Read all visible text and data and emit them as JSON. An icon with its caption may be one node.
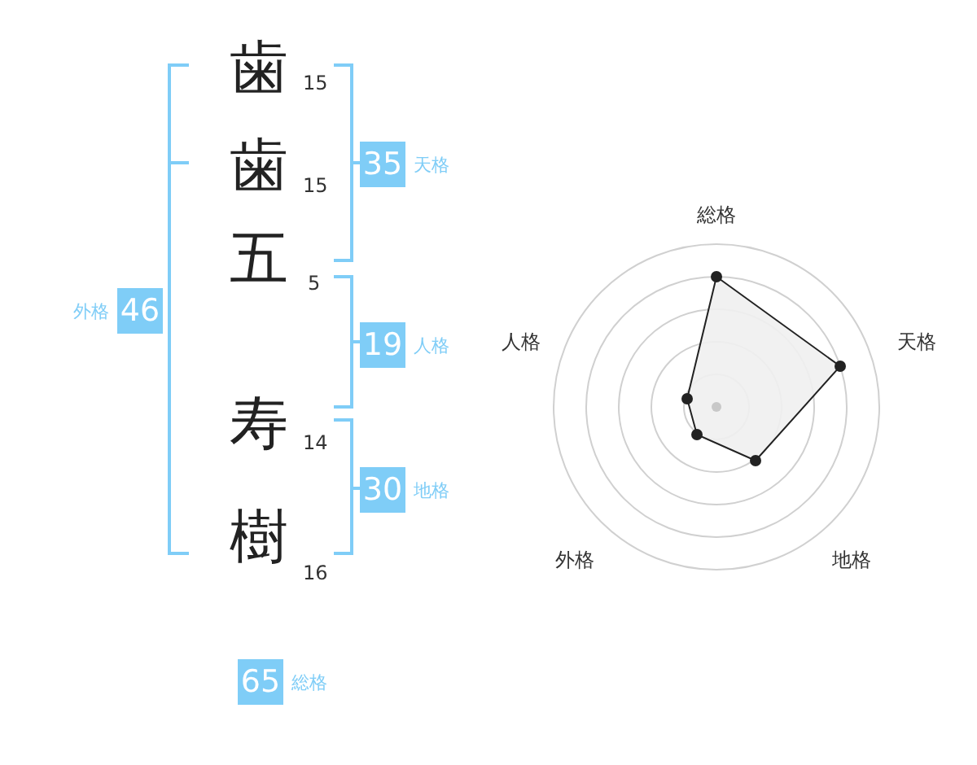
{
  "diagram": {
    "nodes": [
      {
        "text": [
          "35"
        ],
        "beside": [
          "天格"
        ]
      },
      {
        "text": [
          "46"
        ],
        "beside": [
          "外格"
        ]
      },
      {
        "text": [
          "19"
        ],
        "beside": [
          "人格"
        ]
      },
      {
        "text": [
          "30"
        ],
        "beside": [
          "地格"
        ]
      },
      {
        "text": [
          "65"
        ],
        "beside": [
          "総格"
        ]
      }
    ],
    "labels": [
      "歯",
      "15",
      "歯",
      "15",
      "五",
      "5",
      "寿",
      "14",
      "樹",
      "16",
      "総格",
      "人格",
      "天格",
      "外格",
      "地格"
    ]
  }
}
